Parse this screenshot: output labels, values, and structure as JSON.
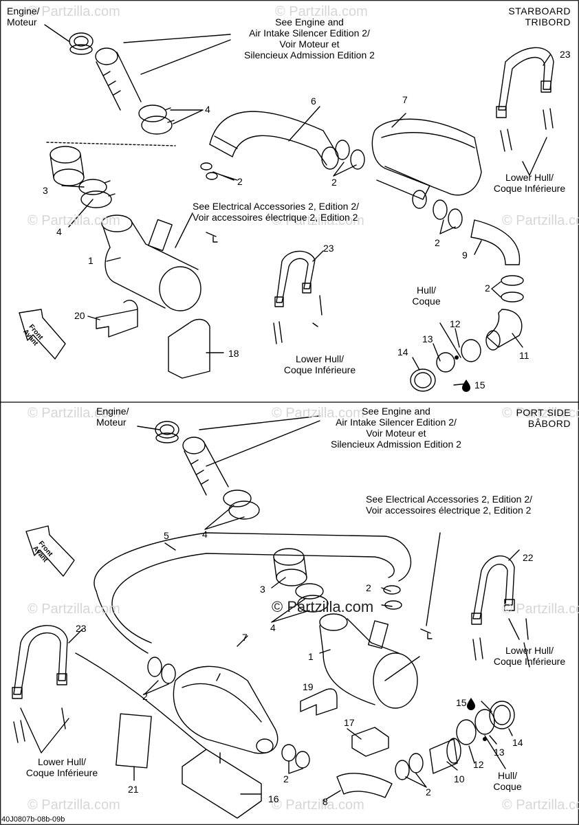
{
  "figure_code": "40J0807b-08b-09b",
  "watermark": "© Partzilla.com",
  "center_watermark": "© Partzilla.com",
  "starboard": {
    "side_title": [
      "STARBOARD",
      "TRIBORD"
    ],
    "engine": [
      "Engine/",
      "Moteur"
    ],
    "see_engine": [
      "See Engine and",
      "Air Intake Silencer Edition 2/",
      "Voir Moteur et",
      "Silencieux Admission Edition 2"
    ],
    "see_electrical": [
      "See Electrical Accessories 2, Edition 2/",
      "Voir accessoires électrique 2, Edition 2"
    ],
    "lower_hull_right": [
      "Lower Hull/",
      "Coque Inférieure"
    ],
    "lower_hull_mid": [
      "Lower Hull/",
      "Coque Inférieure"
    ],
    "hull": [
      "Hull/",
      "Coque"
    ],
    "front": [
      "Front",
      "Avant"
    ],
    "callouts": [
      "1",
      "2",
      "2",
      "2",
      "2",
      "3",
      "4",
      "4",
      "6",
      "7",
      "9",
      "11",
      "12",
      "13",
      "14",
      "15",
      "18",
      "20",
      "23",
      "23"
    ]
  },
  "port": {
    "side_title": [
      "PORT SIDE",
      "BÂBORD"
    ],
    "engine": [
      "Engine/",
      "Moteur"
    ],
    "see_engine": [
      "See Engine and",
      "Air Intake Silencer Edition 2/",
      "Voir Moteur et",
      "Silencieux Admission Edition 2"
    ],
    "see_electrical": [
      "See Electrical Accessories 2, Edition 2/",
      "Voir accessoires électrique 2, Edition 2"
    ],
    "lower_hull_right": [
      "Lower Hull/",
      "Coque Inférieure"
    ],
    "lower_hull_left": [
      "Lower Hull/",
      "Coque Inférieure"
    ],
    "hull": [
      "Hull/",
      "Coque"
    ],
    "front": [
      "Front",
      "Avant"
    ],
    "callouts": [
      "1",
      "2",
      "2",
      "2",
      "2",
      "3",
      "4",
      "4",
      "5",
      "7",
      "8",
      "10",
      "12",
      "13",
      "14",
      "15",
      "16",
      "17",
      "19",
      "21",
      "22",
      "23"
    ]
  }
}
